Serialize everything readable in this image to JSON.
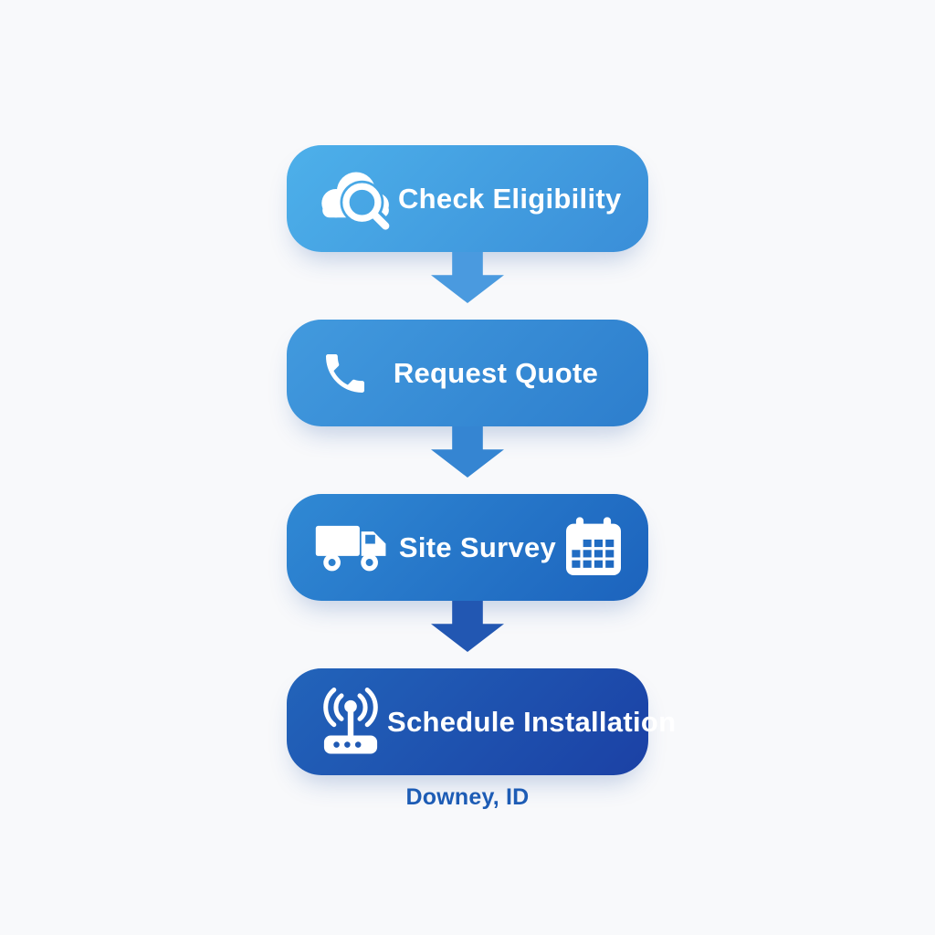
{
  "background_color": "#f8f9fb",
  "steps": [
    {
      "label": "Check Eligibility",
      "icon": "cloud-search-icon",
      "color_from": "#4db0ea",
      "color_to": "#3a8ed8",
      "arrow_color": "#4a9adf"
    },
    {
      "label": "Request Quote",
      "icon": "phone-icon",
      "color_from": "#429ade",
      "color_to": "#2d7ecd",
      "arrow_color": "#3585d2"
    },
    {
      "label": "Site Survey",
      "icon": "truck-icon",
      "icon_right": "calendar-icon",
      "color_from": "#3089d4",
      "color_to": "#1c63bd",
      "arrow_color": "#2257b2"
    },
    {
      "label": "Schedule Installation",
      "icon": "router-icon",
      "color_from": "#2264ba",
      "color_to": "#1b41a5"
    }
  ],
  "footer": {
    "location": "Downey, ID",
    "color": "#1d5cb5"
  },
  "icon_color": "#ffffff"
}
